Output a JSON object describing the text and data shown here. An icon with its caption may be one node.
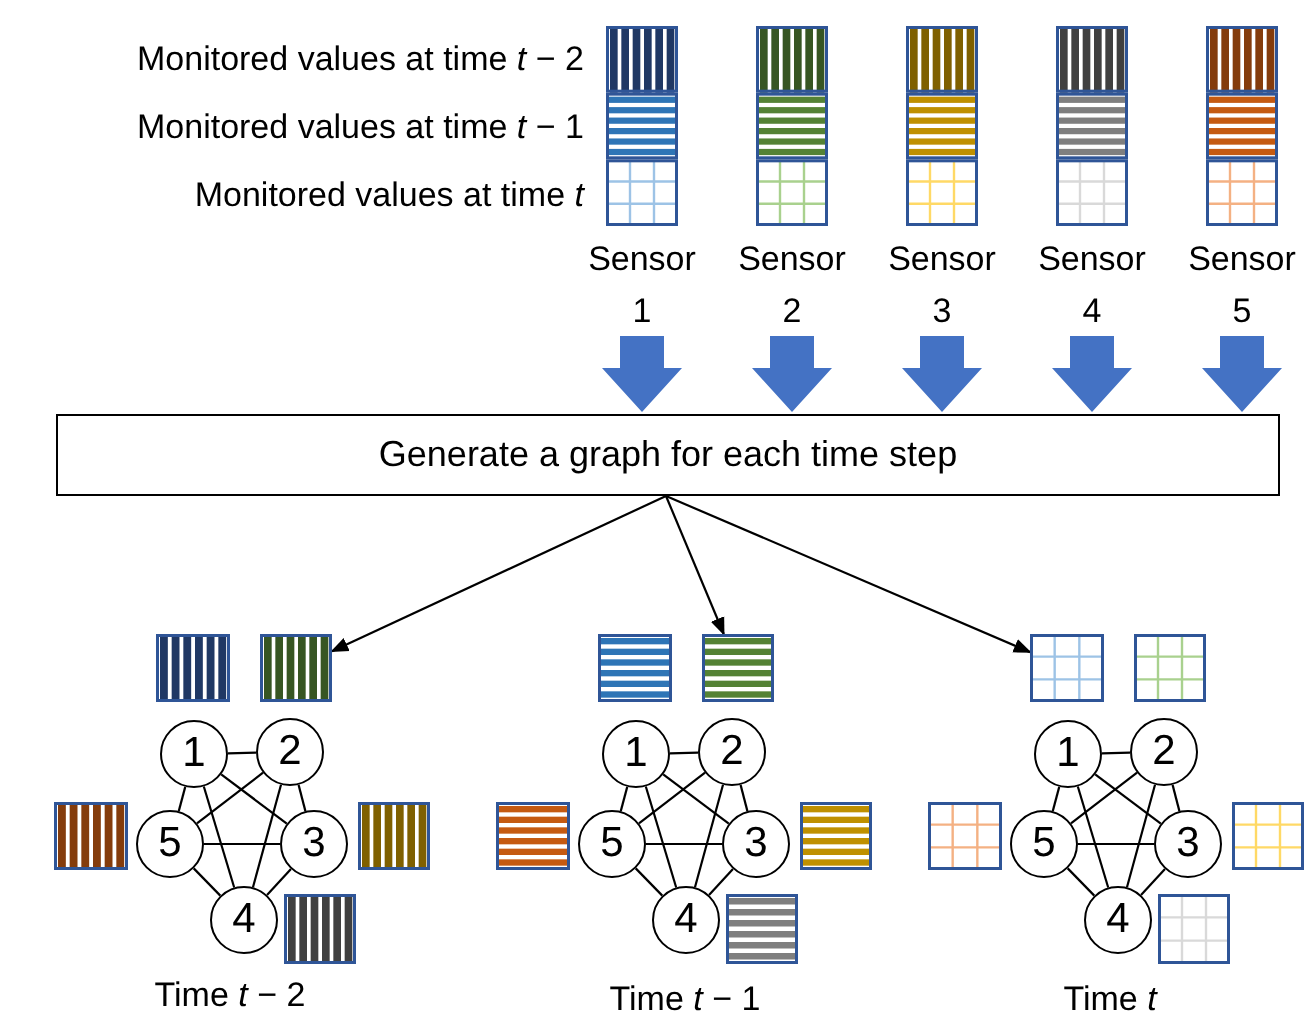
{
  "diagram": {
    "nodes": [
      {
        "text": [],
        "shape": "bar",
        "beside": [
          "Sensor 1"
        ]
      },
      {
        "text": [],
        "shape": "bar",
        "beside": [
          "Sensor 2"
        ]
      },
      {
        "text": [],
        "shape": "bar",
        "beside": [
          "Sensor 3"
        ]
      },
      {
        "text": [],
        "shape": "bar",
        "beside": [
          "Sensor 4"
        ]
      },
      {
        "text": [],
        "shape": "bar",
        "beside": [
          "Sensor 5"
        ]
      },
      {
        "text": [
          "Generate a graph for each time step"
        ]
      },
      {
        "text": [],
        "shape": "box"
      },
      {
        "text": [],
        "shape": "box"
      },
      {
        "text": [
          "1"
        ]
      },
      {
        "text": [
          "2"
        ]
      },
      {
        "text": [],
        "shape": "box"
      },
      {
        "text": [
          "5"
        ]
      },
      {
        "text": [
          "3"
        ]
      },
      {
        "text": [],
        "shape": "box"
      },
      {
        "text": [
          "4"
        ]
      },
      {
        "text": [],
        "shape": "box"
      },
      {
        "text": [],
        "shape": "box"
      },
      {
        "text": [],
        "shape": "box"
      },
      {
        "text": [
          "1"
        ]
      },
      {
        "text": [
          "2"
        ]
      },
      {
        "text": [],
        "shape": "box"
      },
      {
        "text": [
          "5"
        ]
      },
      {
        "text": [
          "3"
        ]
      },
      {
        "text": [],
        "shape": "box"
      },
      {
        "text": [
          "4"
        ]
      },
      {
        "text": [],
        "shape": "box"
      },
      {
        "text": [],
        "shape": "box"
      },
      {
        "text": [],
        "shape": "box"
      },
      {
        "text": [
          "1"
        ]
      },
      {
        "text": [
          "2"
        ]
      },
      {
        "text": [],
        "shape": "box"
      },
      {
        "text": [
          "5"
        ]
      },
      {
        "text": [
          "3"
        ]
      },
      {
        "text": [],
        "shape": "box"
      },
      {
        "text": [
          "4"
        ]
      },
      {
        "text": [],
        "shape": "box"
      }
    ],
    "edges": [
      {
        "from": 0,
        "to": 5,
        "arrow": "to",
        "style": "thick"
      },
      {
        "from": 1,
        "to": 5,
        "arrow": "to",
        "style": "thick"
      },
      {
        "from": 2,
        "to": 5,
        "arrow": "to",
        "style": "thick"
      },
      {
        "from": 3,
        "to": 5,
        "arrow": "to",
        "style": "thick"
      },
      {
        "from": 4,
        "to": 5,
        "arrow": "to",
        "style": "thick"
      },
      {
        "from": 5,
        "to": 7,
        "arrow": "to"
      },
      {
        "from": 5,
        "to": 17,
        "arrow": "to"
      },
      {
        "from": 5,
        "to": 26,
        "arrow": "to"
      },
      {
        "from": 8,
        "to": 9,
        "arrow": "none"
      },
      {
        "from": 8,
        "to": 11,
        "arrow": "none"
      },
      {
        "from": 8,
        "to": 12,
        "arrow": "none"
      },
      {
        "from": 8,
        "to": 14,
        "arrow": "none"
      },
      {
        "from": 9,
        "to": 11,
        "arrow": "none"
      },
      {
        "from": 9,
        "to": 12,
        "arrow": "none"
      },
      {
        "from": 9,
        "to": 14,
        "arrow": "none"
      },
      {
        "from": 11,
        "to": 12,
        "arrow": "none"
      },
      {
        "from": 11,
        "to": 14,
        "arrow": "none"
      },
      {
        "from": 12,
        "to": 14,
        "arrow": "none"
      },
      {
        "from": 18,
        "to": 19,
        "arrow": "none"
      },
      {
        "from": 18,
        "to": 21,
        "arrow": "none"
      },
      {
        "from": 18,
        "to": 22,
        "arrow": "none"
      },
      {
        "from": 18,
        "to": 24,
        "arrow": "none"
      },
      {
        "from": 19,
        "to": 21,
        "arrow": "none"
      },
      {
        "from": 19,
        "to": 22,
        "arrow": "none"
      },
      {
        "from": 19,
        "to": 24,
        "arrow": "none"
      },
      {
        "from": 21,
        "to": 22,
        "arrow": "none"
      },
      {
        "from": 21,
        "to": 24,
        "arrow": "none"
      },
      {
        "from": 22,
        "to": 24,
        "arrow": "none"
      },
      {
        "from": 28,
        "to": 29,
        "arrow": "none"
      },
      {
        "from": 28,
        "to": 31,
        "arrow": "none"
      },
      {
        "from": 28,
        "to": 32,
        "arrow": "none"
      },
      {
        "from": 28,
        "to": 34,
        "arrow": "none"
      },
      {
        "from": 29,
        "to": 31,
        "arrow": "none"
      },
      {
        "from": 29,
        "to": 32,
        "arrow": "none"
      },
      {
        "from": 29,
        "to": 34,
        "arrow": "none"
      },
      {
        "from": 31,
        "to": 32,
        "arrow": "none"
      },
      {
        "from": 31,
        "to": 34,
        "arrow": "none"
      },
      {
        "from": 32,
        "to": 34,
        "arrow": "none"
      }
    ],
    "labels": [
      "Monitored values at time *t* − 2",
      "Monitored values at time *t* − 1",
      "Monitored values at time *t*",
      "Time *t* − 2",
      "Time *t* − 1",
      "Time *t*"
    ]
  }
}
